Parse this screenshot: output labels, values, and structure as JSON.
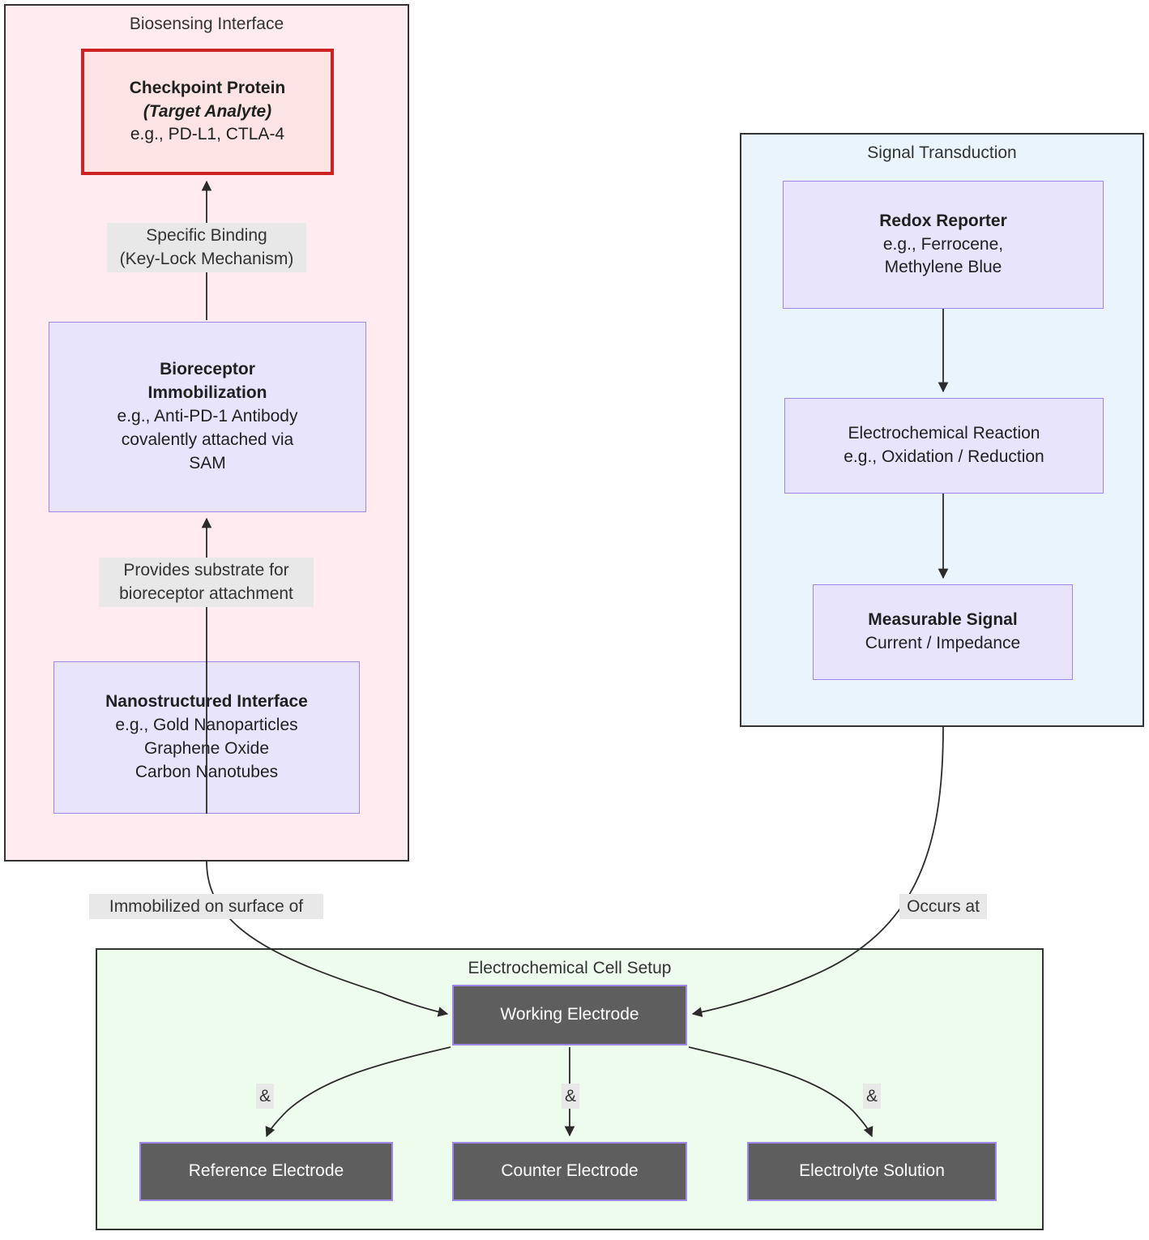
{
  "diagram": {
    "title_type": "flowchart",
    "clusters": [
      {
        "id": "biosensing",
        "label": "Biosensing Interface",
        "fill": "#ffebf0",
        "stroke": "#333333"
      },
      {
        "id": "signal",
        "label": "Signal Transduction",
        "fill": "#eaf4fd",
        "stroke": "#333333"
      },
      {
        "id": "cell",
        "label": "Electrochemical Cell Setup",
        "fill": "#edfced",
        "stroke": "#333333"
      }
    ],
    "nodes": {
      "target": {
        "line1": "Checkpoint Protein",
        "line2": "(Target Analyte)",
        "line3": "e.g., PD-L1, CTLA-4",
        "fill": "#fde4e4",
        "stroke": "#cc2222"
      },
      "bioreceptor": {
        "line1": "Bioreceptor",
        "line2": "Immobilization",
        "line3": "e.g., Anti-PD-1 Antibody",
        "line4": "covalently attached via",
        "line5": "SAM",
        "fill": "#e7e4fb",
        "stroke": "#9f87e8"
      },
      "nano": {
        "line1": "Nanostructured Interface",
        "line2": "e.g., Gold Nanoparticles",
        "line3": "Graphene Oxide",
        "line4": "Carbon Nanotubes",
        "fill": "#e7e4fb",
        "stroke": "#9f87e8"
      },
      "redox": {
        "line1": "Redox Reporter",
        "line2": "e.g., Ferrocene,",
        "line3": "Methylene Blue",
        "fill": "#e7e4fb",
        "stroke": "#9f87e8"
      },
      "reaction": {
        "line1": "Electrochemical Reaction",
        "line2": "e.g., Oxidation / Reduction",
        "fill": "#e7e4fb",
        "stroke": "#9f87e8"
      },
      "measurable": {
        "line1": "Measurable Signal",
        "line2": "Current / Impedance",
        "fill": "#e7e4fb",
        "stroke": "#9f87e8"
      },
      "working_electrode": {
        "label": "Working Electrode",
        "fill": "#5e5e5e",
        "stroke": "#9f87e8",
        "text_color": "#ffffff"
      },
      "reference_electrode": {
        "label": "Reference Electrode",
        "fill": "#5e5e5e",
        "stroke": "#9f87e8",
        "text_color": "#ffffff"
      },
      "counter_electrode": {
        "label": "Counter Electrode",
        "fill": "#5e5e5e",
        "stroke": "#9f87e8",
        "text_color": "#ffffff"
      },
      "electrolyte_solution": {
        "label": "Electrolyte Solution",
        "fill": "#5e5e5e",
        "stroke": "#9f87e8",
        "text_color": "#ffffff"
      }
    },
    "edge_labels": {
      "binding": "Specific Binding\n(Key-Lock Mechanism)",
      "substrate": "Provides substrate for\nbioreceptor attachment",
      "immobilized": "Immobilized on surface of",
      "occurs_at": "Occurs at",
      "amp1": "&",
      "amp2": "&",
      "amp3": "&"
    }
  }
}
